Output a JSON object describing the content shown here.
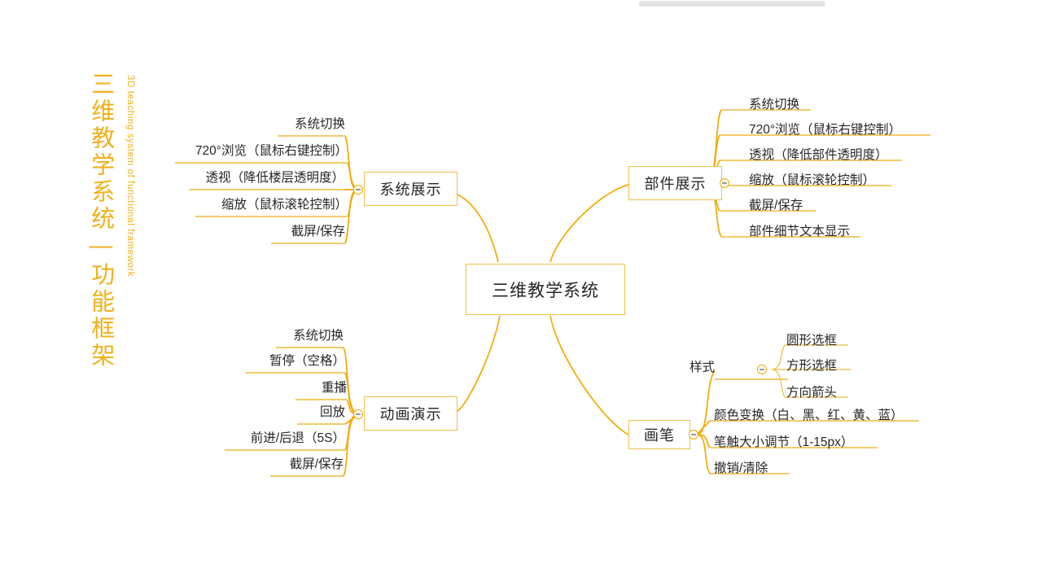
{
  "title": {
    "main": "三维教学系统—功能框架",
    "sub": "3D teaching system of functional framework",
    "color": "#f0b11b"
  },
  "theme": {
    "line_color": "#f5a800",
    "box_border": "#f0c04a",
    "underline": "#edbb3c",
    "text_color": "#262626",
    "background": "#ffffff"
  },
  "mindmap": {
    "type": "mindmap",
    "root": {
      "label": "三维教学系统"
    },
    "branches": [
      {
        "id": "system-display",
        "label": "系统展示",
        "side": "left",
        "collapse_toggle": "minus",
        "children": [
          {
            "label": "系统切换"
          },
          {
            "label": "720°浏览（鼠标右键控制）"
          },
          {
            "label": "透视（降低楼层透明度）"
          },
          {
            "label": "缩放（鼠标滚轮控制）"
          },
          {
            "label": "截屏/保存"
          }
        ]
      },
      {
        "id": "part-display",
        "label": "部件展示",
        "side": "right",
        "collapse_toggle": "minus",
        "children": [
          {
            "label": "系统切换"
          },
          {
            "label": "720°浏览（鼠标右键控制）"
          },
          {
            "label": "透视（降低部件透明度）"
          },
          {
            "label": "缩放（鼠标滚轮控制）"
          },
          {
            "label": "截屏/保存"
          },
          {
            "label": "部件细节文本显示"
          }
        ]
      },
      {
        "id": "animation-demo",
        "label": "动画演示",
        "side": "left",
        "collapse_toggle": "minus",
        "children": [
          {
            "label": "系统切换"
          },
          {
            "label": "暂停（空格）"
          },
          {
            "label": "重播"
          },
          {
            "label": "回放"
          },
          {
            "label": "前进/后退（5S）"
          },
          {
            "label": "截屏/保存"
          }
        ]
      },
      {
        "id": "brush",
        "label": "画笔",
        "side": "right",
        "collapse_toggle": "minus",
        "children": [
          {
            "label": "样式",
            "collapse_toggle": "minus",
            "children": [
              {
                "label": "圆形选框"
              },
              {
                "label": "方形选框"
              },
              {
                "label": "方向箭头"
              }
            ]
          },
          {
            "label": "颜色变换（白、黑、红、黄、蓝）"
          },
          {
            "label": "笔触大小调节（1-15px）"
          },
          {
            "label": "撤销/清除"
          }
        ]
      }
    ]
  }
}
